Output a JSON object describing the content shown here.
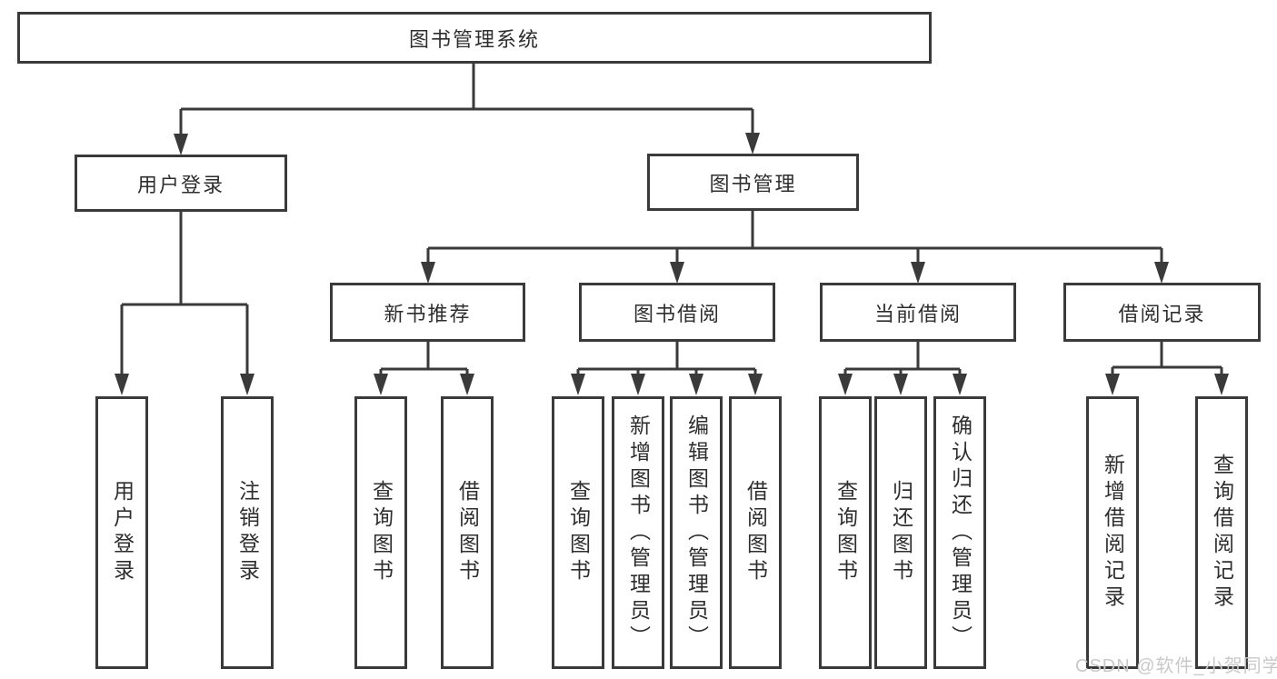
{
  "diagram": {
    "title": "图书管理系统",
    "type": "tree",
    "colors": {
      "line": "#3a3a3a",
      "text": "#2e2e2e",
      "background": "#ffffff",
      "watermark": "#c9c9c9"
    },
    "nodes": {
      "root": {
        "label": "图书管理系统"
      },
      "user_login": {
        "label": "用户登录"
      },
      "book_mgmt": {
        "label": "图书管理"
      },
      "new_book_rec": {
        "label": "新书推荐"
      },
      "book_borrow": {
        "label": "图书借阅"
      },
      "current_borrow": {
        "label": "当前借阅"
      },
      "borrow_record": {
        "label": "借阅记录"
      },
      "v_user_login": {
        "label": "用户登录"
      },
      "v_logout": {
        "label": "注销登录"
      },
      "v_query_book_1": {
        "label": "查询图书"
      },
      "v_borrow_book_1": {
        "label": "借阅图书"
      },
      "v_query_book_2": {
        "label": "查询图书"
      },
      "v_add_book": {
        "label": "新增图书（管理员）"
      },
      "v_edit_book": {
        "label": "编辑图书（管理员）"
      },
      "v_borrow_book_2": {
        "label": "借阅图书"
      },
      "v_query_book_3": {
        "label": "查询图书"
      },
      "v_return_book": {
        "label": "归还图书"
      },
      "v_confirm_return": {
        "label": "确认归还（管理员）"
      },
      "v_add_record": {
        "label": "新增借阅记录"
      },
      "v_query_record": {
        "label": "查询借阅记录"
      }
    },
    "hierarchy": {
      "图书管理系统": [
        "用户登录",
        "图书管理"
      ],
      "用户登录": [
        "用户登录",
        "注销登录"
      ],
      "图书管理": [
        "新书推荐",
        "图书借阅",
        "当前借阅",
        "借阅记录"
      ],
      "新书推荐": [
        "查询图书",
        "借阅图书"
      ],
      "图书借阅": [
        "查询图书",
        "新增图书（管理员）",
        "编辑图书（管理员）",
        "借阅图书"
      ],
      "当前借阅": [
        "查询图书",
        "归还图书",
        "确认归还（管理员）"
      ],
      "借阅记录": [
        "新增借阅记录",
        "查询借阅记录"
      ]
    },
    "watermark": "CSDN @软件_小贺同学"
  }
}
